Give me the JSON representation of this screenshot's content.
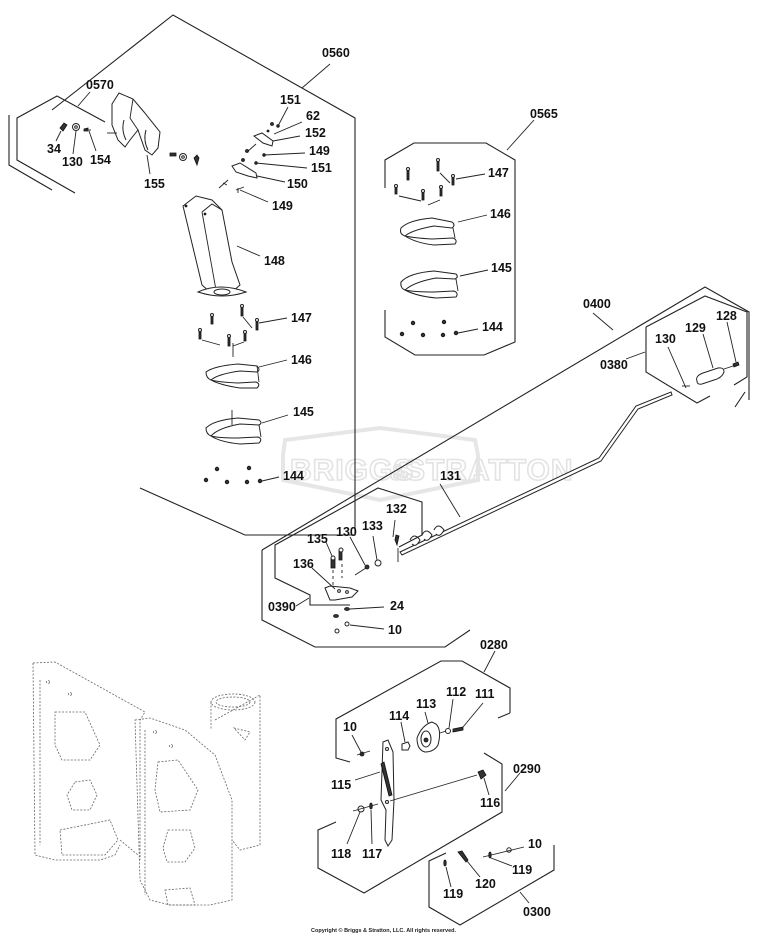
{
  "diagram": {
    "title": "Snow Thrower Chute & Deflector Parts Diagram",
    "watermark": {
      "brand_left": "BRIGGS",
      "brand_amp": "&",
      "brand_right": "STRATTON"
    },
    "copyright": "Copyright © Briggs & Stratton, LLC. All rights reserved.",
    "assemblies": [
      {
        "id": "0560",
        "label": "0560"
      },
      {
        "id": "0570",
        "label": "0570"
      },
      {
        "id": "0565",
        "label": "0565"
      },
      {
        "id": "0400",
        "label": "0400"
      },
      {
        "id": "0380",
        "label": "0380"
      },
      {
        "id": "0390",
        "label": "0390"
      },
      {
        "id": "0280",
        "label": "0280"
      },
      {
        "id": "0290",
        "label": "0290"
      },
      {
        "id": "0300",
        "label": "0300"
      }
    ],
    "callouts": {
      "a0570": [
        "34",
        "130",
        "154",
        "155"
      ],
      "a0560": [
        "151",
        "62",
        "152",
        "149",
        "151",
        "150",
        "149",
        "148",
        "147",
        "146",
        "145",
        "144"
      ],
      "a0565": [
        "147",
        "146",
        "145",
        "144"
      ],
      "a0380": [
        "130",
        "129",
        "128"
      ],
      "a0400": [
        "131"
      ],
      "a0390": [
        "132",
        "133",
        "130",
        "135",
        "136",
        "24",
        "10"
      ],
      "a0280": [
        "10",
        "114",
        "113",
        "112",
        "111"
      ],
      "a0290": [
        "115",
        "116",
        "118",
        "117"
      ],
      "a0300": [
        "10",
        "119",
        "120",
        "119"
      ]
    }
  }
}
